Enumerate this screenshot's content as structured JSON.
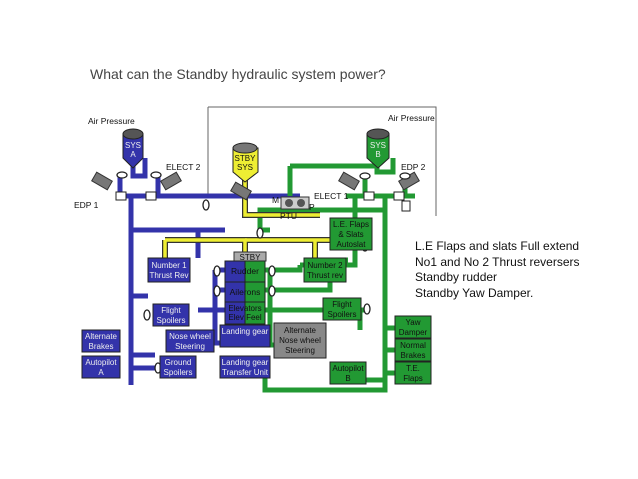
{
  "slide": {
    "question": "What can the Standby hydraulic system power?",
    "answers": [
      "L.E Flaps and slats Full extend",
      "No1 and No 2 Thrust reversers",
      "Standby rudder",
      "Standby Yaw Damper."
    ]
  },
  "diagram": {
    "colors": {
      "sys_a": "#3333aa",
      "sys_b": "#229933",
      "standby": "#eeee33",
      "gray": "#888888"
    },
    "labels": {
      "air_pressure_left": "Air Pressure",
      "air_pressure_right": "Air Pressure",
      "sys_a": [
        "SYS",
        "A"
      ],
      "sys_b": [
        "SYS",
        "B"
      ],
      "stby_sys": [
        "STBY",
        "SYS"
      ],
      "elect2": "ELECT 2",
      "elect1": "ELECT 1",
      "edp1": "EDP 1",
      "edp2": "EDP 2",
      "m": "M",
      "p": "P",
      "ptu": "PTU",
      "stby": "STBY",
      "le_flaps": [
        "L.E. Flaps",
        "& Slats",
        "Autoslat"
      ],
      "num1_thrust": [
        "Number 1",
        "Thrust Rev"
      ],
      "num2_thrust": [
        "Number 2",
        "Thrust rev"
      ],
      "rudder": "Rudder",
      "ailerons": "Ailerons",
      "elevators": [
        "Elevators",
        "Elev Feel"
      ],
      "flight_spoilers_a": [
        "Flight",
        "Spoilers"
      ],
      "flight_spoilers_b": [
        "Flight",
        "Spoilers"
      ],
      "alternate_brakes": [
        "Alternate",
        "Brakes"
      ],
      "nose_wheel": [
        "Nose wheel",
        "Steering"
      ],
      "landing_gear": "Landing gear",
      "alt_nose_wheel": [
        "Alternate",
        "Nose wheel",
        "Steering"
      ],
      "autopilot_a": [
        "Autopilot",
        "A"
      ],
      "ground_spoilers": [
        "Ground",
        "Spoilers"
      ],
      "landing_gear_transfer": [
        "Landing gear",
        "Transfer Unit"
      ],
      "autopilot_b": [
        "Autopilot",
        "B"
      ],
      "yaw_damper": [
        "Yaw",
        "Damper"
      ],
      "normal_brakes": [
        "Normal",
        "Brakes"
      ],
      "te_flaps": [
        "T.E.",
        "Flaps"
      ]
    }
  }
}
